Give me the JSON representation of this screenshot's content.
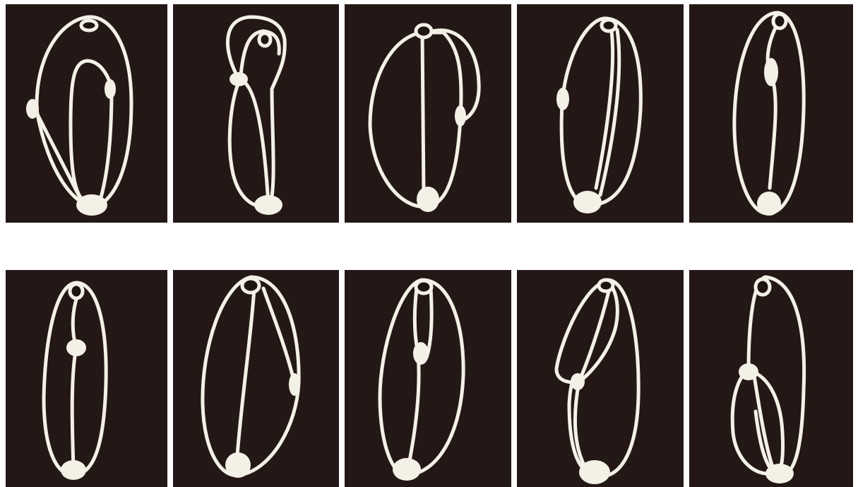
{
  "figure": {
    "rows": 2,
    "columns": 5,
    "panel_background": "#241816",
    "line_color": "#f3f0e6",
    "separator_color": "#ffffff",
    "panels": [
      {
        "row": 1,
        "col": 1,
        "shape": "loop-with-inner-loop"
      },
      {
        "row": 1,
        "col": 2,
        "shape": "double-loop-top-knot"
      },
      {
        "row": 1,
        "col": 3,
        "shape": "loop-with-side-knot"
      },
      {
        "row": 1,
        "col": 4,
        "shape": "loop-with-double-strand"
      },
      {
        "row": 1,
        "col": 5,
        "shape": "narrow-loop-center-knot"
      },
      {
        "row": 2,
        "col": 1,
        "shape": "narrow-loop-center-knot"
      },
      {
        "row": 2,
        "col": 2,
        "shape": "loop-with-side-knot"
      },
      {
        "row": 2,
        "col": 3,
        "shape": "loop-center-knot"
      },
      {
        "row": 2,
        "col": 4,
        "shape": "loop-with-upper-inner-loop"
      },
      {
        "row": 2,
        "col": 5,
        "shape": "loop-with-lower-inner-loop"
      }
    ]
  }
}
